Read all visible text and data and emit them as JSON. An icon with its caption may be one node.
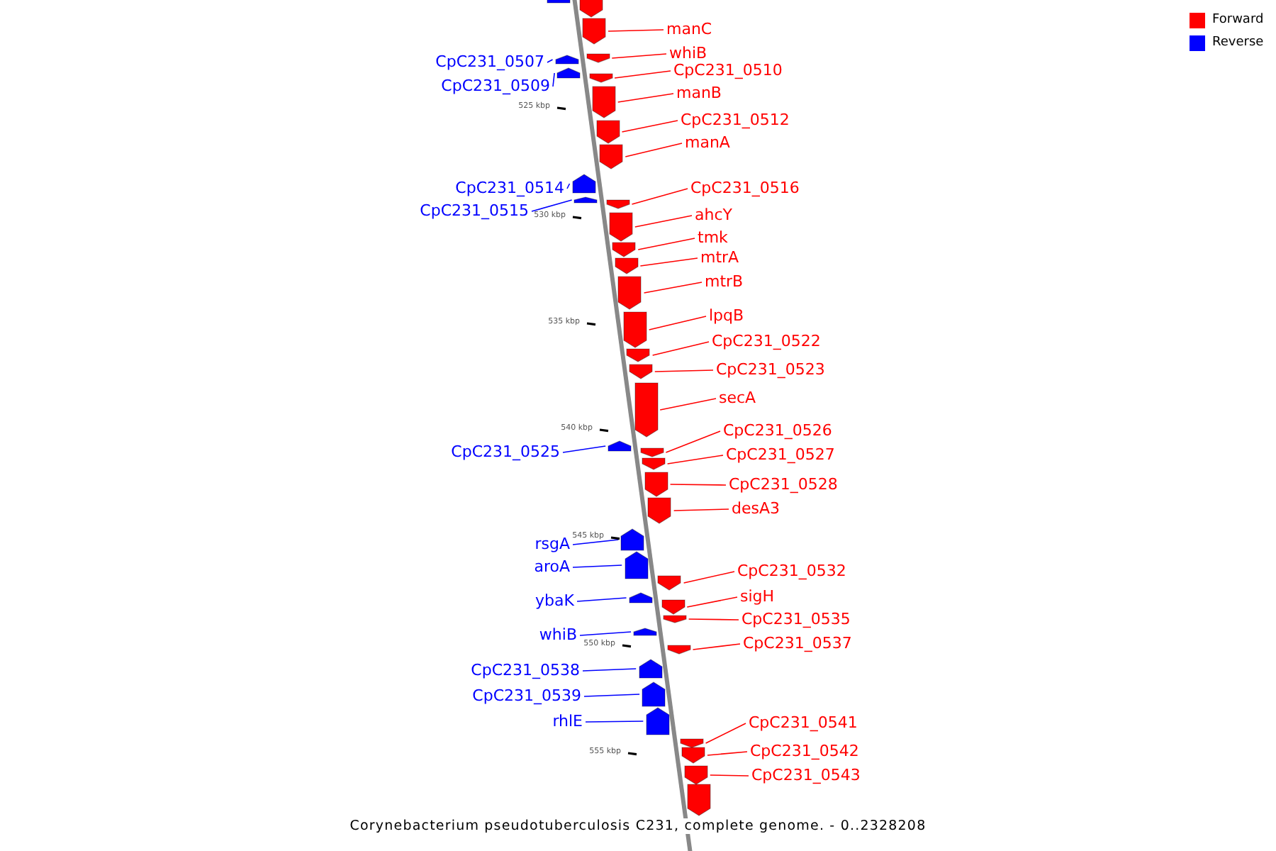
{
  "diagram": {
    "caption": "Corynebacterium pseudotuberculosis C231, complete genome. - 0..2328208",
    "nodes": [
      {
        "text": [],
        "shape": "bar"
      },
      {
        "text": [],
        "shape": "bar"
      },
      {
        "text": [
          "manC"
        ]
      },
      {
        "text": [],
        "shape": "bar"
      },
      {
        "text": [
          "whiB"
        ]
      },
      {
        "text": [],
        "shape": "bar"
      },
      {
        "text": [
          "CpC231_0507"
        ]
      },
      {
        "text": [],
        "shape": "bar"
      },
      {
        "text": [
          "CpC231_0510"
        ]
      },
      {
        "text": [],
        "shape": "bar"
      },
      {
        "text": [
          "CpC231_0509"
        ]
      },
      {
        "text": [],
        "shape": "bar"
      },
      {
        "text": [
          "manB"
        ]
      },
      {
        "text": [],
        "shape": "bar"
      },
      {
        "text": [
          "CpC231_0512"
        ]
      },
      {
        "text": [],
        "shape": "bar"
      },
      {
        "text": [
          "manA"
        ]
      },
      {
        "text": [],
        "shape": "bar"
      },
      {
        "text": [
          "CpC231_0514"
        ]
      },
      {
        "text": [],
        "shape": "bar"
      },
      {
        "text": [
          "CpC231_0516"
        ]
      },
      {
        "text": [],
        "shape": "bar"
      },
      {
        "text": [
          "CpC231_0515"
        ]
      },
      {
        "text": [],
        "shape": "bar"
      },
      {
        "text": [
          "ahcY"
        ]
      },
      {
        "text": [],
        "shape": "bar"
      },
      {
        "text": [
          "tmk"
        ]
      },
      {
        "text": [],
        "shape": "bar"
      },
      {
        "text": [
          "mtrA"
        ]
      },
      {
        "text": [],
        "shape": "bar"
      },
      {
        "text": [
          "mtrB"
        ]
      },
      {
        "text": [],
        "shape": "bar"
      },
      {
        "text": [
          "lpqB"
        ]
      },
      {
        "text": [],
        "shape": "bar"
      },
      {
        "text": [
          "CpC231_0522"
        ]
      },
      {
        "text": [],
        "shape": "bar"
      },
      {
        "text": [
          "CpC231_0523"
        ]
      },
      {
        "text": [],
        "shape": "bar"
      },
      {
        "text": [
          "secA"
        ]
      },
      {
        "text": [],
        "shape": "bar"
      },
      {
        "text": [
          "CpC231_0526"
        ]
      },
      {
        "text": [],
        "shape": "bar"
      },
      {
        "text": [
          "CpC231_0525"
        ]
      },
      {
        "text": [],
        "shape": "bar"
      },
      {
        "text": [
          "CpC231_0527"
        ]
      },
      {
        "text": [],
        "shape": "bar"
      },
      {
        "text": [
          "CpC231_0528"
        ]
      },
      {
        "text": [],
        "shape": "bar"
      },
      {
        "text": [
          "desA3"
        ]
      },
      {
        "text": [],
        "shape": "bar"
      },
      {
        "text": [
          "rsgA"
        ]
      },
      {
        "text": [],
        "shape": "bar"
      },
      {
        "text": [
          "aroA"
        ]
      },
      {
        "text": [],
        "shape": "bar"
      },
      {
        "text": [
          "CpC231_0532"
        ]
      },
      {
        "text": [],
        "shape": "bar"
      },
      {
        "text": [
          "sigH"
        ]
      },
      {
        "text": [],
        "shape": "bar"
      },
      {
        "text": [
          "ybaK"
        ]
      },
      {
        "text": [],
        "shape": "bar"
      },
      {
        "text": [
          "CpC231_0535"
        ]
      },
      {
        "text": [],
        "shape": "bar"
      },
      {
        "text": [
          "whiB"
        ]
      },
      {
        "text": [],
        "shape": "bar"
      },
      {
        "text": [
          "CpC231_0537"
        ]
      },
      {
        "text": [],
        "shape": "bar"
      },
      {
        "text": [
          "CpC231_0538"
        ]
      },
      {
        "text": [],
        "shape": "bar"
      },
      {
        "text": [
          "CpC231_0539"
        ]
      },
      {
        "text": [],
        "shape": "bar"
      },
      {
        "text": [
          "rhlE"
        ]
      },
      {
        "text": [],
        "shape": "bar"
      },
      {
        "text": [
          "CpC231_0541"
        ]
      },
      {
        "text": [],
        "shape": "bar"
      },
      {
        "text": [
          "CpC231_0542"
        ]
      },
      {
        "text": [],
        "shape": "bar"
      },
      {
        "text": [
          "CpC231_0543"
        ]
      },
      {
        "text": [],
        "shape": "bar"
      },
      {
        "text": [],
        "shape": "bar"
      }
    ],
    "edges": [
      {
        "from": 2,
        "to": 3,
        "arrow": "none"
      },
      {
        "from": 4,
        "to": 5,
        "arrow": "none"
      },
      {
        "from": 6,
        "to": 7,
        "arrow": "none",
        "color": "#0000ff"
      },
      {
        "from": 8,
        "to": 9,
        "arrow": "none"
      },
      {
        "from": 10,
        "to": 11,
        "arrow": "none",
        "color": "#0000ff"
      },
      {
        "from": 12,
        "to": 13,
        "arrow": "none"
      },
      {
        "from": 14,
        "to": 15,
        "arrow": "none"
      },
      {
        "from": 16,
        "to": 17,
        "arrow": "none"
      },
      {
        "from": 18,
        "to": 19,
        "arrow": "none",
        "color": "#0000ff"
      },
      {
        "from": 20,
        "to": 21,
        "arrow": "none"
      },
      {
        "from": 22,
        "to": 23,
        "arrow": "none",
        "color": "#0000ff"
      },
      {
        "from": 24,
        "to": 25,
        "arrow": "none"
      },
      {
        "from": 26,
        "to": 27,
        "arrow": "none"
      },
      {
        "from": 28,
        "to": 29,
        "arrow": "none"
      },
      {
        "from": 30,
        "to": 31,
        "arrow": "none"
      },
      {
        "from": 32,
        "to": 33,
        "arrow": "none"
      },
      {
        "from": 34,
        "to": 35,
        "arrow": "none"
      },
      {
        "from": 36,
        "to": 37,
        "arrow": "none"
      },
      {
        "from": 38,
        "to": 39,
        "arrow": "none"
      },
      {
        "from": 40,
        "to": 41,
        "arrow": "none"
      },
      {
        "from": 42,
        "to": 43,
        "arrow": "none",
        "color": "#0000ff"
      },
      {
        "from": 44,
        "to": 45,
        "arrow": "none"
      },
      {
        "from": 46,
        "to": 47,
        "arrow": "none"
      },
      {
        "from": 48,
        "to": 49,
        "arrow": "none"
      },
      {
        "from": 50,
        "to": 51,
        "arrow": "none",
        "color": "#0000ff"
      },
      {
        "from": 52,
        "to": 53,
        "arrow": "none",
        "color": "#0000ff"
      },
      {
        "from": 54,
        "to": 55,
        "arrow": "none"
      },
      {
        "from": 56,
        "to": 57,
        "arrow": "none"
      },
      {
        "from": 58,
        "to": 59,
        "arrow": "none",
        "color": "#0000ff"
      },
      {
        "from": 60,
        "to": 61,
        "arrow": "none"
      },
      {
        "from": 62,
        "to": 63,
        "arrow": "none",
        "color": "#0000ff"
      },
      {
        "from": 64,
        "to": 65,
        "arrow": "none"
      },
      {
        "from": 66,
        "to": 67,
        "arrow": "none",
        "color": "#0000ff"
      },
      {
        "from": 68,
        "to": 69,
        "arrow": "none",
        "color": "#0000ff"
      },
      {
        "from": 70,
        "to": 71,
        "arrow": "none",
        "color": "#0000ff"
      },
      {
        "from": 72,
        "to": 73,
        "arrow": "none"
      },
      {
        "from": 74,
        "to": 75,
        "arrow": "none"
      },
      {
        "from": 76,
        "to": 77,
        "arrow": "none"
      }
    ],
    "labels": [
      "525 kbp",
      "530 kbp",
      "535 kbp",
      "540 kbp",
      "545 kbp",
      "550 kbp",
      "555 kbp"
    ],
    "legend": [
      {
        "text": "Forward",
        "color": "#ff0000"
      },
      {
        "text": "Reverse",
        "color": "#0000ff"
      }
    ]
  }
}
